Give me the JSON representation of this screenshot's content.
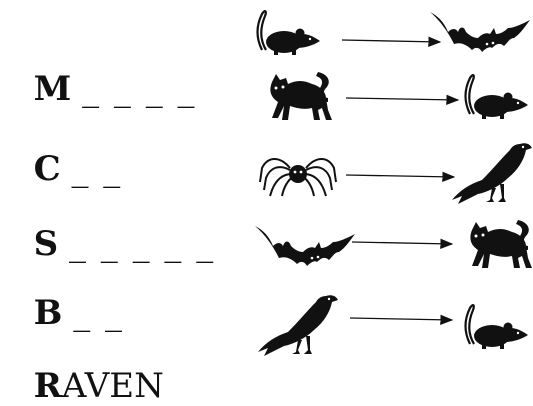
{
  "puzzle": {
    "rows": [
      {
        "first": "M",
        "rest": "",
        "blanks": "_ _ _ _",
        "left_animal": "mouse-icon",
        "right_animal": "bat-icon"
      },
      {
        "first": "C",
        "rest": "",
        "blanks": "_ _",
        "left_animal": "cat-icon",
        "right_animal": "mouse-icon"
      },
      {
        "first": "S",
        "rest": "",
        "blanks": "_ _ _ _ _",
        "left_animal": "spider-icon",
        "right_animal": "raven-icon"
      },
      {
        "first": "B",
        "rest": "",
        "blanks": "_ _",
        "left_animal": "bat-icon",
        "right_animal": "cat-icon"
      },
      {
        "first": "R",
        "rest": "AVEN",
        "blanks": "",
        "left_animal": "raven-icon",
        "right_animal": "mouse-icon"
      }
    ]
  },
  "colors": {
    "ink": "#111111",
    "background": "#ffffff"
  }
}
